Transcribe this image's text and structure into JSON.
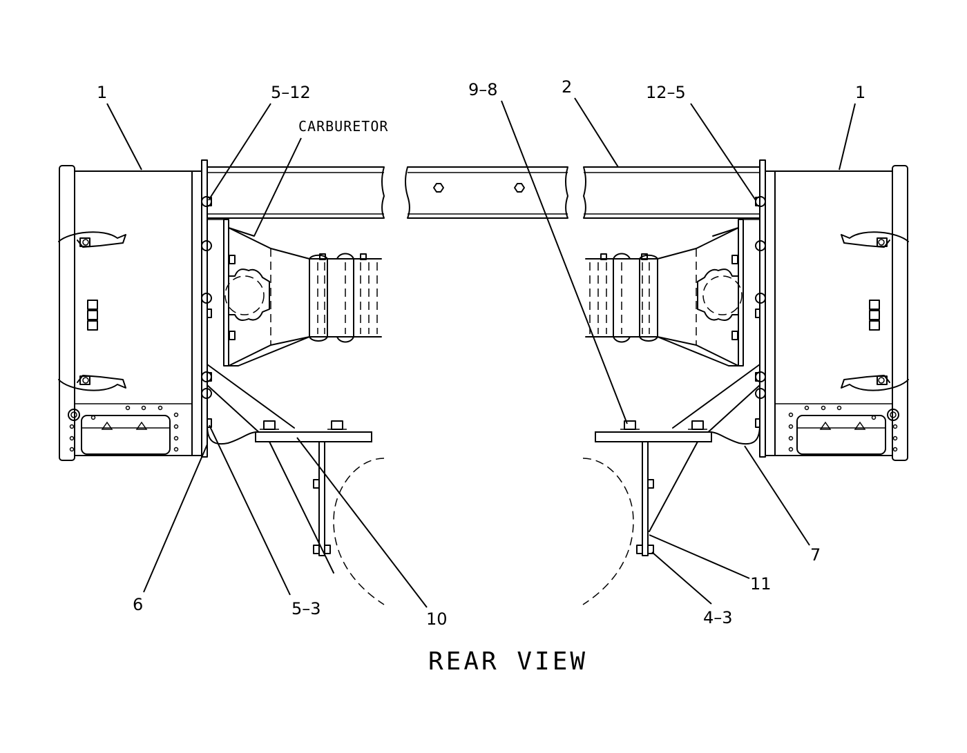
{
  "diagram": {
    "view_title": "REAR VIEW",
    "note_label": "CARBURETOR",
    "callouts": {
      "left_box": "1",
      "right_box": "1",
      "bolt_left_top": "5–12",
      "bolt_right_top": "12–5",
      "bolt_plate_right": "9–8",
      "beam": "2",
      "strap": "6",
      "bolt_left_bottom": "5–3",
      "brace": "10",
      "bolt_right_bottom": "4–3",
      "bracket_right": "11",
      "strap_right": "7"
    }
  }
}
